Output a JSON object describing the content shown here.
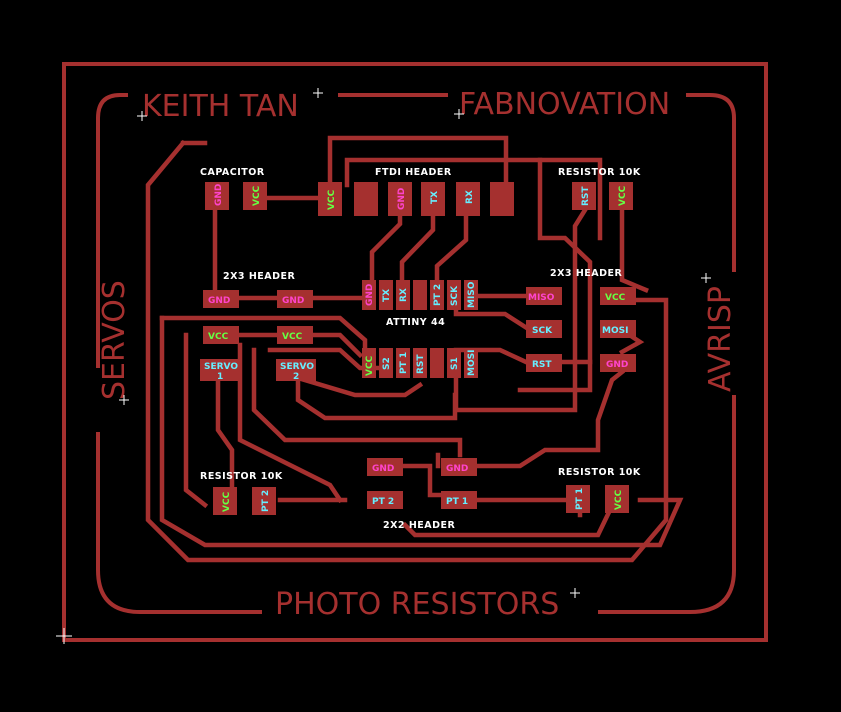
{
  "silkscreen": {
    "author": "KEITH TAN",
    "project": "FABNOVATION",
    "left_side": "SERVOS",
    "right_side": "AVRISP",
    "bottom": "PHOTO RESISTORS"
  },
  "component_labels": {
    "capacitor": "CAPACITOR",
    "ftdi_header": "FTDI HEADER",
    "resistor_top": "RESISTOR 10K",
    "header_2x3_left": "2X3 HEADER",
    "header_2x3_right": "2X3 HEADER",
    "attiny": "ATTINY 44",
    "servo1_line1": "SERVO",
    "servo1_line2": "1",
    "servo2_line1": "SERVO",
    "servo2_line2": "2",
    "resistor_left": "RESISTOR 10K",
    "resistor_right": "RESISTOR 10K",
    "header_2x2": "2X2 HEADER"
  },
  "pins": {
    "cap_gnd": "GND",
    "cap_vcc": "VCC",
    "ftdi_vcc": "VCC",
    "ftdi_gnd": "GND",
    "ftdi_tx": "TX",
    "ftdi_rx": "RX",
    "res_top_rst": "RST",
    "res_top_vcc": "VCC",
    "h3l_gnd1": "GND",
    "h3l_gnd2": "GND",
    "ic_gnd": "GND",
    "ic_tx": "TX",
    "ic_rx": "RX",
    "ic_pt2": "PT 2",
    "ic_sck": "SCK",
    "ic_miso": "MISO",
    "ic_s2": "S2",
    "ic_pt1": "PT 1",
    "ic_rst": "RST",
    "ic_s1": "S1",
    "ic_mosi": "MOSI",
    "ic_vcc": "VCC",
    "isp_miso": "MISO",
    "isp_sck": "SCK",
    "isp_rst": "RST",
    "isp_vcc": "VCC",
    "isp_mosi": "MOSI",
    "isp_gnd": "GND",
    "servo_vcc1": "VCC",
    "servo_vcc2": "VCC",
    "res_left_vcc": "VCC",
    "res_left_pt2": "PT 2",
    "h2_gnd1": "GND",
    "h2_gnd2": "GND",
    "h2_pt2": "PT 2",
    "h2_pt1": "PT 1",
    "res_right_pt1": "PT 1",
    "res_right_vcc": "VCC"
  },
  "colors": {
    "background": "#000000",
    "copper": "#a5302f",
    "label_white": "#ffffff",
    "pin_gnd": "#ff44cc",
    "pin_vcc": "#66ff44",
    "pin_signal": "#66eeff"
  }
}
